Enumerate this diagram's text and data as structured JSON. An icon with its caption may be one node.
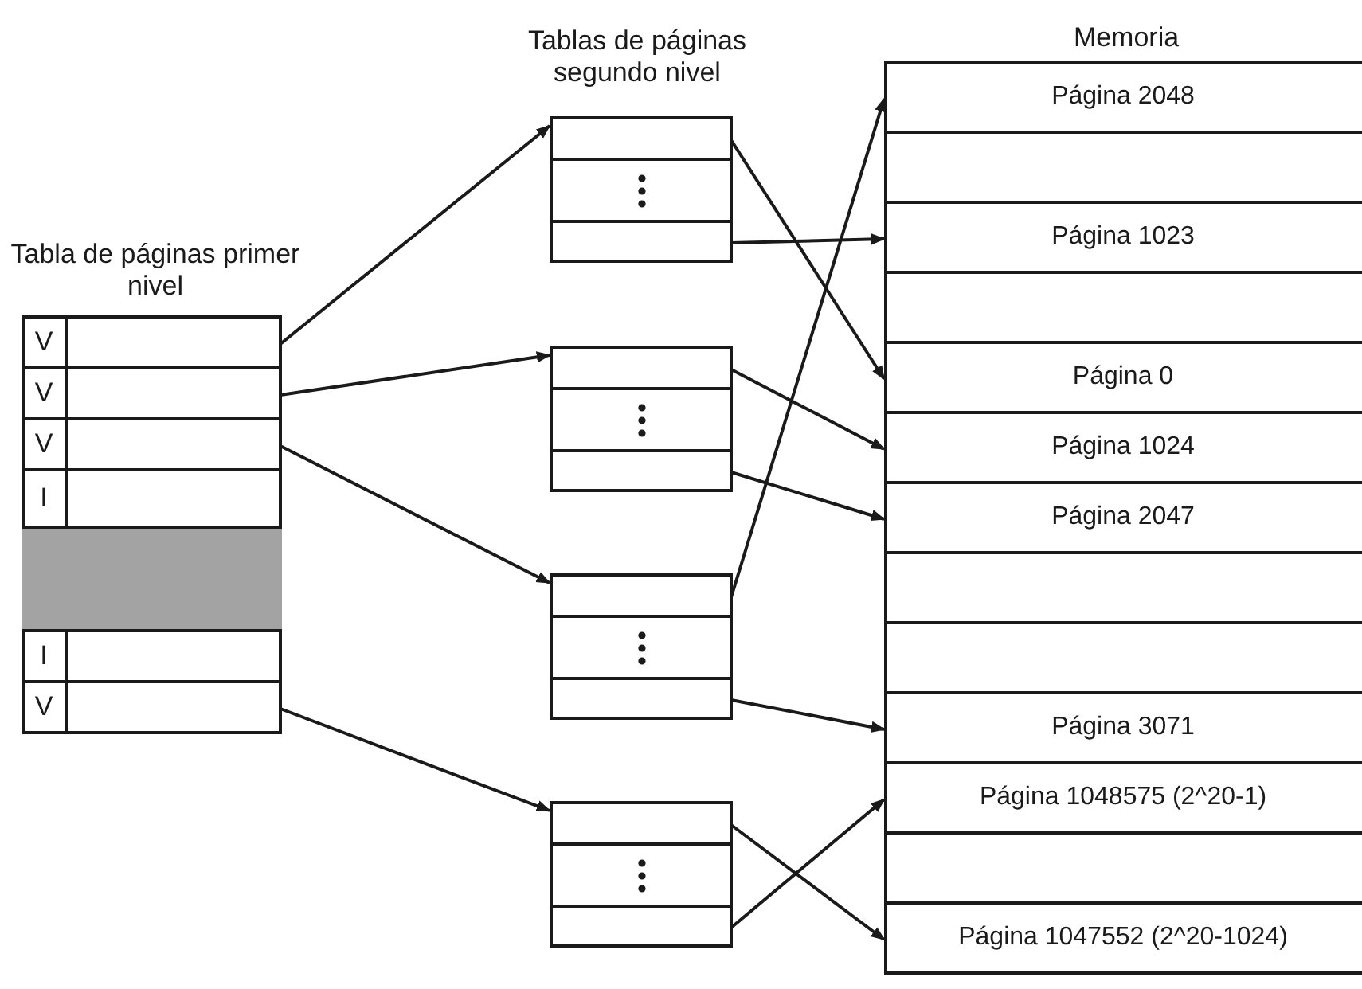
{
  "diagram": {
    "nodes": [
      {
        "text": [
          "Tabla de páginas primer nivel"
        ]
      },
      {
        "text": [
          "V"
        ],
        "in": 0
      },
      {
        "text": [
          "V"
        ],
        "in": 0
      },
      {
        "text": [
          "V"
        ],
        "in": 0
      },
      {
        "text": [
          "I"
        ],
        "in": 0
      },
      {
        "text": [],
        "shape": "box",
        "in": 0
      },
      {
        "text": [
          "I"
        ],
        "in": 0
      },
      {
        "text": [
          "V"
        ],
        "in": 0
      },
      {
        "text": [],
        "shape": "box"
      },
      {
        "text": [],
        "shape": "box",
        "in": 8
      },
      {
        "text": [],
        "shape": "box",
        "in": 8
      },
      {
        "text": [],
        "shape": "box",
        "in": 8
      },
      {
        "text": [],
        "shape": "box"
      },
      {
        "text": [],
        "shape": "box",
        "in": 12
      },
      {
        "text": [],
        "shape": "box",
        "in": 12
      },
      {
        "text": [],
        "shape": "box",
        "in": 12
      },
      {
        "text": [],
        "shape": "box"
      },
      {
        "text": [],
        "shape": "box",
        "in": 16
      },
      {
        "text": [],
        "shape": "box",
        "in": 16
      },
      {
        "text": [],
        "shape": "box",
        "in": 16
      },
      {
        "text": [],
        "shape": "box"
      },
      {
        "text": [],
        "shape": "box",
        "in": 20
      },
      {
        "text": [],
        "shape": "box",
        "in": 20
      },
      {
        "text": [],
        "shape": "box",
        "in": 20
      },
      {
        "text": [
          "Memoria"
        ]
      },
      {
        "text": [
          "Página 2048"
        ],
        "in": 24
      },
      {
        "text": [],
        "shape": "box",
        "in": 24
      },
      {
        "text": [
          "Página 1023"
        ],
        "in": 24
      },
      {
        "text": [],
        "shape": "box",
        "in": 24
      },
      {
        "text": [
          "Página 0"
        ],
        "in": 24
      },
      {
        "text": [
          "Página 1024"
        ],
        "in": 24
      },
      {
        "text": [
          "Página 2047"
        ],
        "in": 24
      },
      {
        "text": [],
        "shape": "box",
        "in": 24
      },
      {
        "text": [],
        "shape": "box",
        "in": 24
      },
      {
        "text": [
          "Página 3071"
        ],
        "in": 24
      },
      {
        "text": [
          "Página 1048575 (2^20-1)"
        ],
        "in": 24
      },
      {
        "text": [],
        "shape": "box",
        "in": 24
      },
      {
        "text": [
          "Página 1047552 (2^20-1024)"
        ],
        "in": 24
      }
    ],
    "edges": [
      {
        "from": 1,
        "to": 8,
        "arrow": "to"
      },
      {
        "from": 2,
        "to": 12,
        "arrow": "to"
      },
      {
        "from": 3,
        "to": 16,
        "arrow": "to"
      },
      {
        "from": 7,
        "to": 20,
        "arrow": "to"
      },
      {
        "from": 9,
        "to": 29,
        "arrow": "to"
      },
      {
        "from": 11,
        "to": 27,
        "arrow": "to"
      },
      {
        "from": 13,
        "to": 30,
        "arrow": "to"
      },
      {
        "from": 15,
        "to": 31,
        "arrow": "to"
      },
      {
        "from": 17,
        "to": 25,
        "arrow": "to"
      },
      {
        "from": 19,
        "to": 34,
        "arrow": "to"
      },
      {
        "from": 21,
        "to": 37,
        "arrow": "to"
      },
      {
        "from": 23,
        "to": 35,
        "arrow": "to"
      }
    ],
    "labels": [
      "Tablas de páginas segundo nivel"
    ]
  }
}
